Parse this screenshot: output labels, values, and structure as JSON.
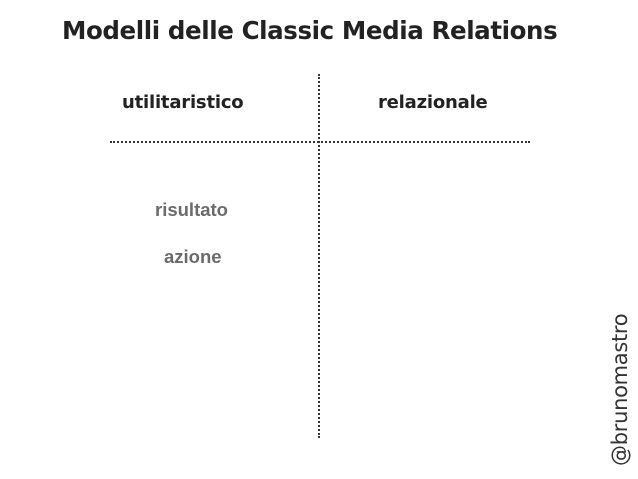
{
  "title": "Modelli delle Classic Media Relations",
  "columns": {
    "left": "utilitaristico",
    "right": "relazionale"
  },
  "left_items": [
    "risultato",
    "azione"
  ],
  "watermark": "@brunomastro",
  "colors": {
    "title": "#222222",
    "items": "#6b6b6b",
    "dividers": "#333333"
  }
}
